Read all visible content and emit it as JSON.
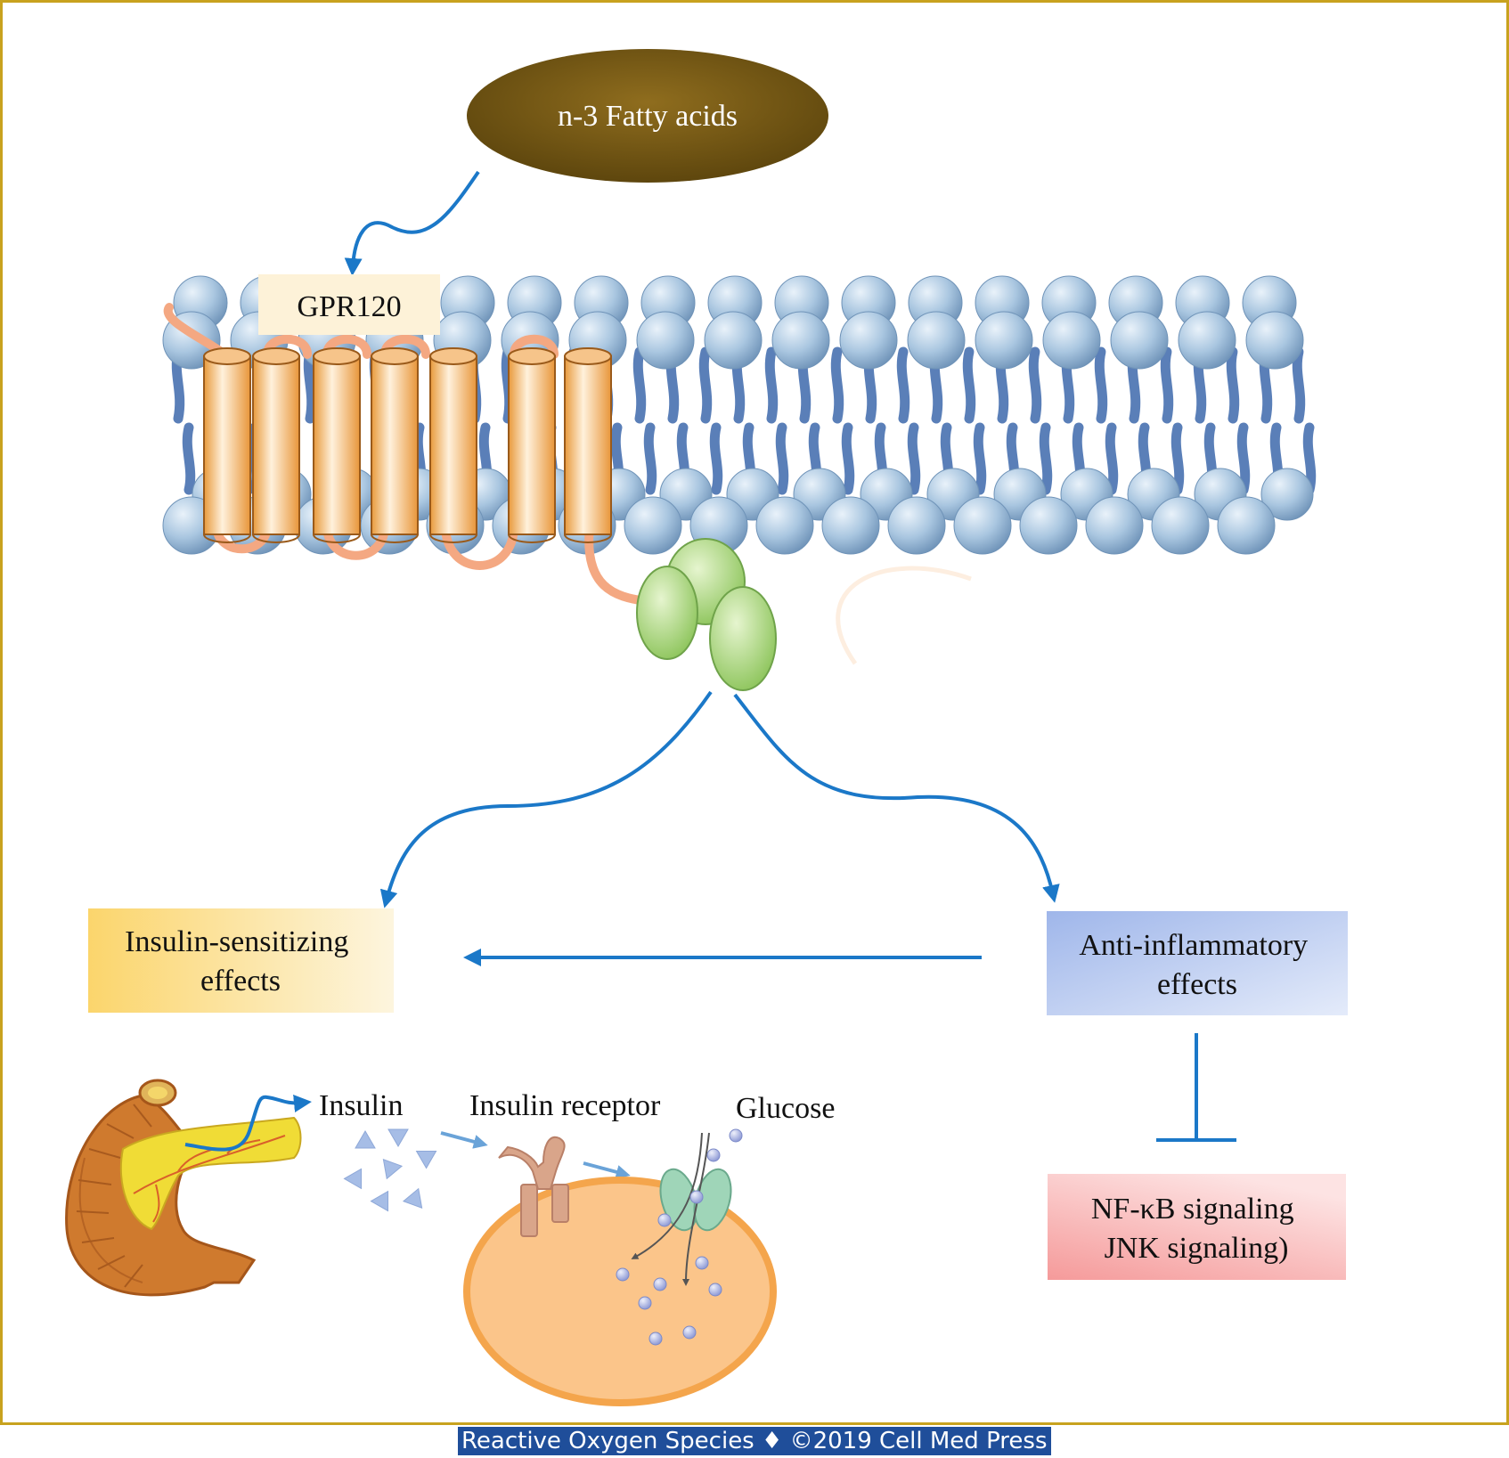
{
  "nodes": {
    "fatty_acids": "n-3 Fatty acids",
    "gpr120": "GPR120",
    "insulin_sensitizing": [
      "Insulin-sensitizing",
      "effects"
    ],
    "anti_inflammatory": [
      "Anti-inflammatory",
      "effects"
    ],
    "nfkb": [
      "NF-κB signaling",
      "JNK signaling)"
    ],
    "insulin": "Insulin",
    "insulin_receptor": "Insulin receptor",
    "glucose": "Glucose"
  },
  "footer": "Reactive Oxygen Species ♦ ©2019 Cell Med Press",
  "colors": {
    "frame": "#c8a21e",
    "arrow": "#1b78c8",
    "lipid_head": "#a9c6e0",
    "lipid_tail": "#5a7fb8",
    "helix": "#f3c07a",
    "g_protein": "#9cd06a",
    "fatty_acid_ellipse": "#6e5412",
    "insulin_box": "#fde7a6",
    "anti_box": "#b9c9ee",
    "nfkb_box": "#f8b3b3",
    "cell": "#fbc58a",
    "pancreas": "#cf7a2e",
    "footer_bg": "#1f4e9a"
  }
}
